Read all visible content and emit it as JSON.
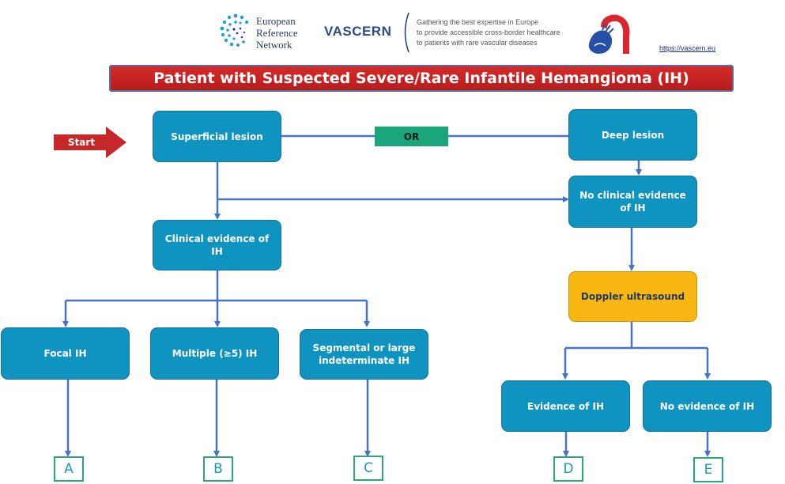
{
  "header": {
    "ern_lines": [
      "European",
      "Reference",
      "Network"
    ],
    "vascern_name": "VASCERN",
    "tagline_lines": [
      "Gathering the best expertise in Europe",
      "to provide accessible cross-border healthcare",
      "to patients with rare vascular diseases"
    ],
    "url": "https://vascern.eu"
  },
  "title": "Patient with Suspected Severe/Rare Infantile Hemangioma (IH)",
  "start_label": "Start",
  "or_label": "OR",
  "nodes": {
    "superficial": "Superficial lesion",
    "deep": "Deep lesion",
    "no_clinical": "No clinical evidence of IH",
    "clinical": "Clinical evidence of IH",
    "doppler": "Doppler ultrasound",
    "focal": "Focal IH",
    "multiple": "Multiple (≥5) IH",
    "segmental": "Segmental or large indeterminate IH",
    "evidence": "Evidence of IH",
    "no_evidence": "No evidence of IH"
  },
  "outcomes": [
    "A",
    "B",
    "C",
    "D",
    "E"
  ],
  "colors": {
    "node_blue": "#0f94c2",
    "doppler_yellow": "#fab711",
    "title_red": "#c62828",
    "or_green": "#1aa67a",
    "outcome_border": "#2aa87a",
    "arrow_blue": "#4a72c4"
  }
}
